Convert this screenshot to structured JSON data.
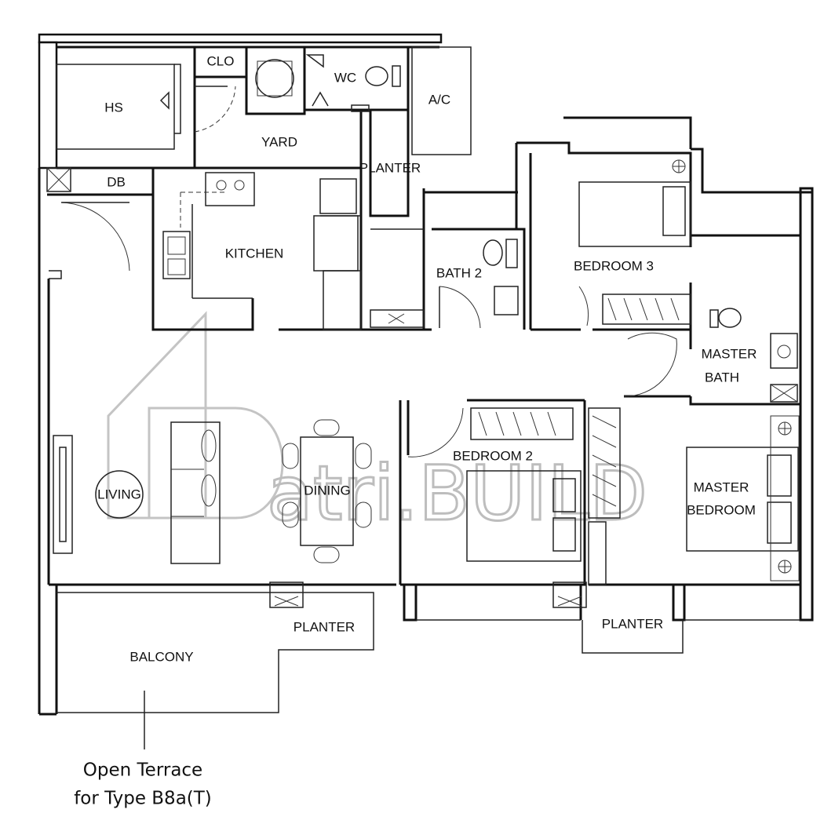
{
  "rooms": {
    "hs": "HS",
    "clo": "CLO",
    "wc": "WC",
    "ac": "A/C",
    "yard": "YARD",
    "planter_top": "PLANTER",
    "db": "DB",
    "kitchen": "KITCHEN",
    "bath2": "BATH 2",
    "bedroom3": "BEDROOM 3",
    "master_bath_line1": "MASTER",
    "master_bath_line2": "BATH",
    "living": "LIVING",
    "dining": "DINING",
    "bedroom2": "BEDROOM 2",
    "master_bedroom_line1": "MASTER",
    "master_bedroom_line2": "BEDROOM",
    "planter_bottom_left": "PLANTER",
    "planter_bottom_right": "PLANTER",
    "balcony": "BALCONY"
  },
  "note": {
    "line1": "Open Terrace",
    "line2": "for Type B8a(T)"
  },
  "watermark": "atri.BUILD"
}
